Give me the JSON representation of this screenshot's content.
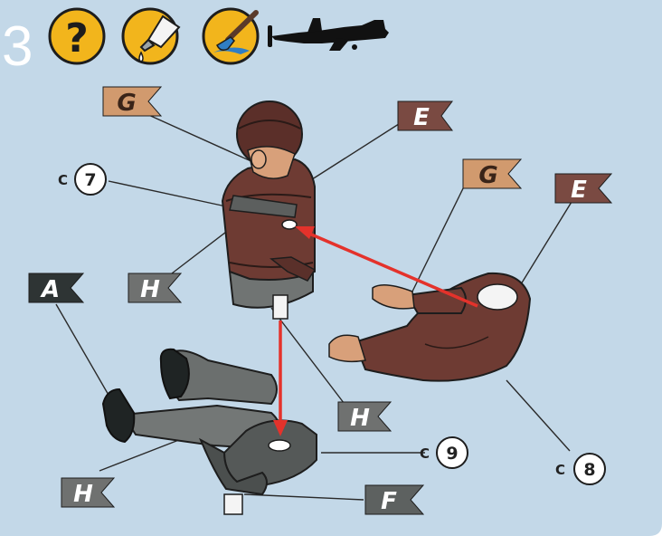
{
  "step": {
    "number": "3"
  },
  "header_icons": [
    {
      "name": "question-icon",
      "glyph": "?"
    },
    {
      "name": "glue-tube-icon"
    },
    {
      "name": "paintbrush-icon"
    },
    {
      "name": "aircraft-silhouette-icon"
    }
  ],
  "colors": {
    "background": "#c3d8e8",
    "flag_G": "#d19a6e",
    "flag_E": "#7a4a42",
    "flag_H": "#6f7170",
    "flag_A": "#2e3434",
    "flag_F": "#5d6160",
    "arrow": "#e4322b",
    "icon_yellow": "#f2b51c"
  },
  "flags": {
    "g1": "G",
    "e1": "E",
    "g2": "G",
    "e2": "E",
    "a": "A",
    "h1": "H",
    "h2": "H",
    "h3": "H",
    "f": "F"
  },
  "parts": {
    "p7": {
      "sprue": "C",
      "num": "7"
    },
    "p9": {
      "sprue": "C",
      "num": "9"
    },
    "p8": {
      "sprue": "C",
      "num": "8"
    }
  }
}
